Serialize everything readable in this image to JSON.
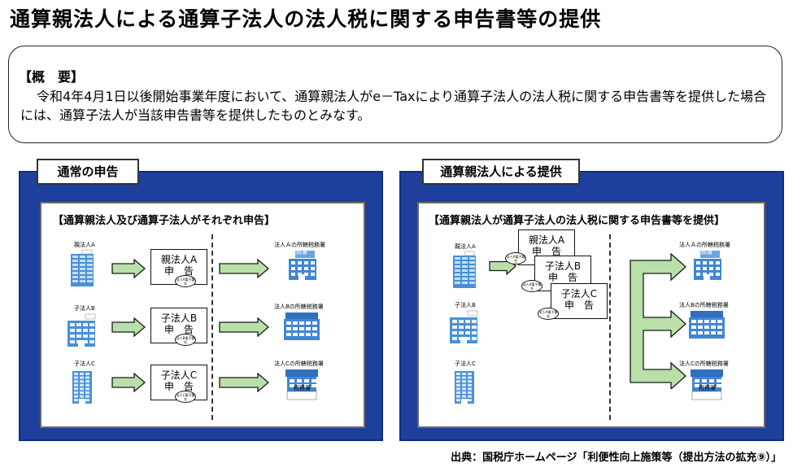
{
  "title": "通算親法人による通算子法人の法人税に関する申告書等の提供",
  "summary": {
    "heading": "【概　要】",
    "body": "令和4年4月1日以後開始事業年度において、通算親法人がe－Taxにより通算子法人の法人税に関する申告書等を提供した場合には、通算子法人が当該申告書等を提供したものとみなす。"
  },
  "left_panel": {
    "badge": "通常の申告",
    "heading": "【通算親法人及び通算子法人がそれぞれ申告】",
    "corps": [
      {
        "label": "親法人A",
        "doc_line1": "親法人A",
        "doc_line2": "申　告",
        "seal": "法人A電子署名",
        "office_label": "法人Ａの所轄税務署",
        "office_sign": "税務署"
      },
      {
        "label": "子法人B",
        "doc_line1": "子法人B",
        "doc_line2": "申　告",
        "seal": "法人B電子署名",
        "office_label": "法人Bの所轄税務署",
        "office_sign": ""
      },
      {
        "label": "子法人C",
        "doc_line1": "子法人C",
        "doc_line2": "申　告",
        "seal": "法人C電子署名",
        "office_label": "法人Cの所轄税務署",
        "office_sign": "税務署"
      }
    ]
  },
  "right_panel": {
    "badge": "通算親法人による提供",
    "heading": "【通算親法人が通算子法人の法人税に関する申告書等を提供】",
    "corps": [
      {
        "label": "親法人A",
        "doc_line1": "親法人A",
        "doc_line2": "申　告",
        "seal": "法人A電子署名",
        "office_label": "法人Ａの所轄税務署",
        "office_sign": "税務署"
      },
      {
        "label": "子法人B",
        "doc_line1": "子法人B",
        "doc_line2": "申　告",
        "seal": "法人A電子署名",
        "office_label": "法人Bの所轄税務署",
        "office_sign": ""
      },
      {
        "label": "子法人C",
        "doc_line1": "子法人C",
        "doc_line2": "申　告",
        "seal": "法人A電子署名",
        "office_label": "法人Cの所轄税務署",
        "office_sign": "税務署"
      }
    ]
  },
  "credit": "出典：国税庁ホームページ「利便性向上施策等（提出方法の拡充⑨）」",
  "colors": {
    "panel_blue": "#1f3f9c",
    "arrow_fill": "#b8e0a8",
    "building_blue": "#4a8fd8",
    "office_blue": "#3f86d6"
  },
  "icons": [
    "company-building-icon",
    "tax-office-icon",
    "right-arrow-icon",
    "branch-arrow-icon",
    "signature-seal-icon",
    "document-icon"
  ]
}
